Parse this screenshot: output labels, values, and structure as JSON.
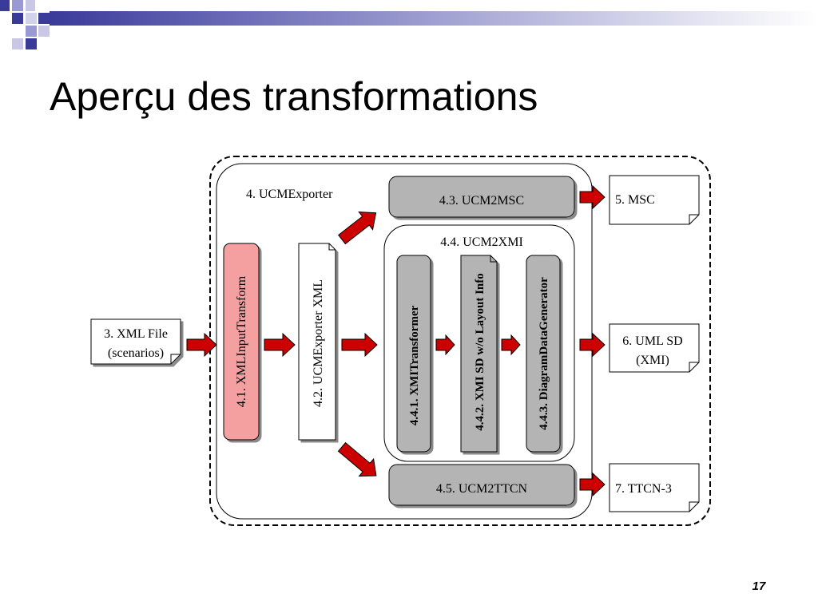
{
  "slide": {
    "title": "Aperçu des transformations",
    "page_number": "17"
  },
  "diagram": {
    "input": {
      "line1": "3. XML File",
      "line2": "(scenarios)"
    },
    "exporter": {
      "label": "4. UCMExporter",
      "input_transform": "4.1. XMLInputTransform",
      "exporter_xml": "4.2. UCMExporter XML",
      "ucm2msc": "4.3. UCM2MSC",
      "ucm2ttcn": "4.5. UCM2TTCN",
      "ucm2xmi": {
        "label": "4.4. UCM2XMI",
        "xmi_transformer": "4.4.1. XMITransformer",
        "xmi_sd_no_layout": "4.4.2. XMI SD w/o Layout Info",
        "diagram_data_generator": "4.4.3. DiagramDataGenerator"
      }
    },
    "outputs": {
      "msc": "5. MSC",
      "uml_sd_line1": "6. UML SD",
      "uml_sd_line2": "(XMI)",
      "ttcn3": "7. TTCN-3"
    }
  },
  "colors": {
    "arrow": "#cc0000",
    "input_transform_fill": "#f4a0a0",
    "module_fill": "#b4b4b4",
    "title_band": "#3a3a9a"
  }
}
